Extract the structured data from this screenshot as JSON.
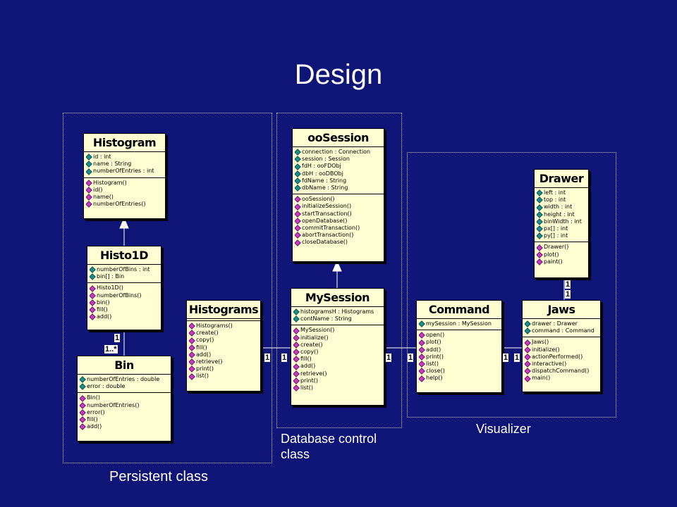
{
  "slide": {
    "title": "Design"
  },
  "regions": {
    "persistent": "Persistent class",
    "database": "Database control class",
    "visualizer": "Visualizer"
  },
  "classes": {
    "histogram": {
      "name": "Histogram",
      "attributes": [
        "id : int",
        "name : String",
        "numberOfEntries : int"
      ],
      "operations": [
        "Histogram()",
        "id()",
        "name()",
        "numberOfEntries()"
      ]
    },
    "histo1d": {
      "name": "Histo1D",
      "attributes": [
        "numberOfBins : int",
        "bin[] : Bin"
      ],
      "operations": [
        "Histo1D()",
        "numberOfBins()",
        "bin()",
        "fill()",
        "add()"
      ]
    },
    "bin": {
      "name": "Bin",
      "attributes": [
        "numberOfEntries : double",
        "error : double"
      ],
      "operations": [
        "Bin()",
        "numberOfEntries()",
        "error()",
        "fill()",
        "add()"
      ]
    },
    "histograms": {
      "name": "Histograms",
      "attributes": [],
      "operations": [
        "Histograms()",
        "create()",
        "copy()",
        "fill()",
        "add()",
        "retrieve()",
        "print()",
        "list()"
      ]
    },
    "oosession": {
      "name": "ooSession",
      "attributes": [
        "connection : Connection",
        "session : Session",
        "fdH : ooFDObj",
        "dbH : ooDBObj",
        "fdName : String",
        "dbName : String"
      ],
      "operations": [
        "ooSession()",
        "initializeSession()",
        "startTransaction()",
        "openDatabase()",
        "commitTransaction()",
        "abortTransaction()",
        "closeDatabase()"
      ]
    },
    "mysession": {
      "name": "MySession",
      "attributes": [
        "histogramsH : Histograms",
        "contName : String"
      ],
      "operations": [
        "MySession()",
        "initialize()",
        "create()",
        "copy()",
        "fill()",
        "add()",
        "retrieve()",
        "print()",
        "list()"
      ]
    },
    "command": {
      "name": "Command",
      "attributes": [
        "mySession : MySession"
      ],
      "operations": [
        "open()",
        "plot()",
        "add()",
        "print()",
        "list()",
        "close()",
        "help()"
      ]
    },
    "drawer": {
      "name": "Drawer",
      "attributes": [
        "left : int",
        "top : int",
        "width : int",
        "height : int",
        "binWidth : int",
        "px[] : int",
        "py[] : int"
      ],
      "operations": [
        "Drawer()",
        "plot()",
        "paint()"
      ]
    },
    "jaws": {
      "name": "Jaws",
      "attributes": [
        "drawer : Drawer",
        "command : Command"
      ],
      "operations": [
        "Jaws()",
        "initialize()",
        "actionPerformed()",
        "interactive()",
        "dispatchCommand()",
        "main()"
      ]
    }
  },
  "multiplicities": {
    "histo_bin_top": "1",
    "histo_bin_bottom": "1..*",
    "histograms_mysession_left": "1",
    "histograms_mysession_right": "1",
    "mysession_command_left": "1",
    "mysession_command_right": "1",
    "command_jaws_left": "1",
    "command_jaws_right": "1",
    "drawer_jaws_top": "1",
    "drawer_jaws_bottom": "1"
  },
  "colors": {
    "background": "#0f1577",
    "class_fill": "#fefed2",
    "attribute_icon": "#1c8c8c",
    "operation_icon": "#c43cc0"
  }
}
